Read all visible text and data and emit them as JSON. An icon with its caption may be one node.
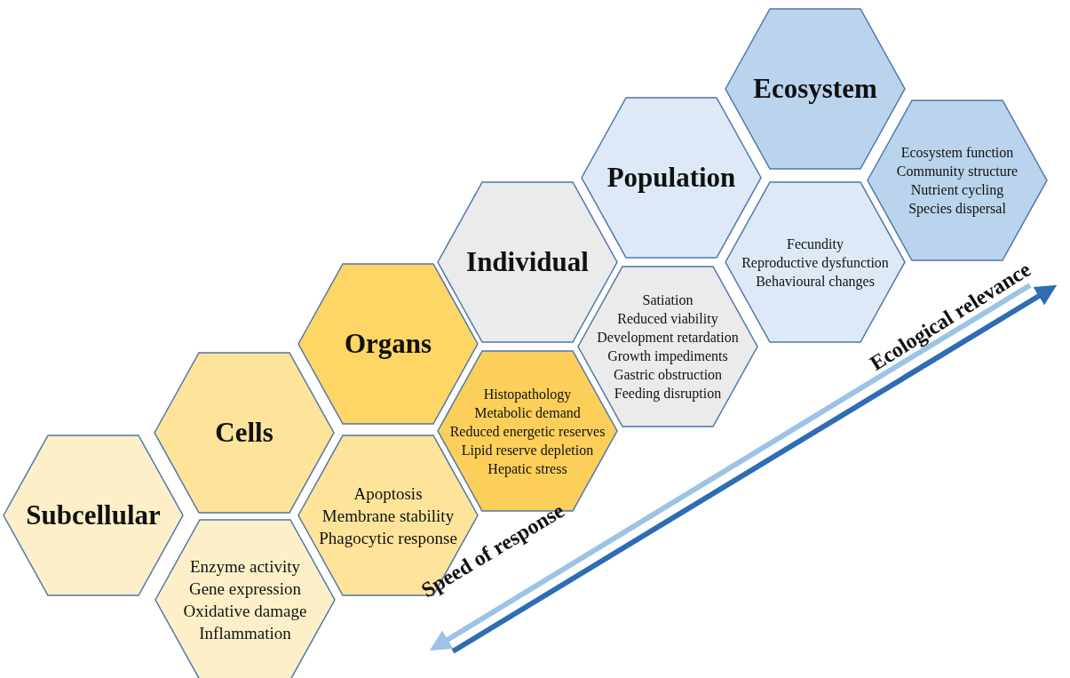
{
  "diagram": {
    "nodes": [
      {
        "text": [
          "Subcellular"
        ]
      },
      {
        "text": [
          "Enzyme activity",
          "Gene expression",
          "Oxidative damage",
          "Inflammation"
        ]
      },
      {
        "text": [
          "Cells"
        ]
      },
      {
        "text": [
          "Apoptosis",
          "Membrane stability",
          "Phagocytic response"
        ]
      },
      {
        "text": [
          "Organs"
        ]
      },
      {
        "text": [
          "Histopathology",
          "Metabolic demand",
          "Reduced energetic reserves",
          "Lipid reserve depletion",
          "Hepatic stress"
        ]
      },
      {
        "text": [
          "Individual"
        ]
      },
      {
        "text": [
          "Satiation",
          "Reduced viability",
          "Development retardation",
          "Growth impediments",
          "Gastric obstruction",
          "Feeding disruption"
        ]
      },
      {
        "text": [
          "Population"
        ]
      },
      {
        "text": [
          "Fecundity",
          "Reproductive dysfunction",
          "Behavioural changes"
        ]
      },
      {
        "text": [
          "Ecosystem"
        ]
      },
      {
        "text": [
          "Ecosystem function",
          "Community structure",
          "Nutrient cycling",
          "Species dispersal"
        ]
      }
    ],
    "labels": [
      "Ecological relevance",
      "Speed of response"
    ]
  }
}
